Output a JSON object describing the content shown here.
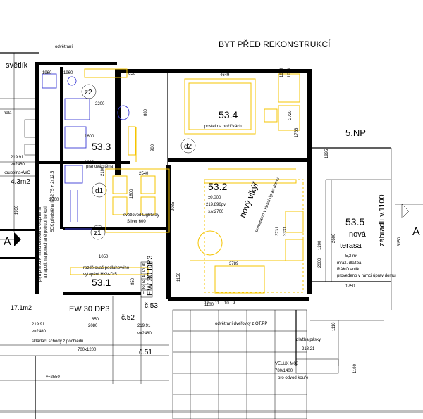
{
  "title": "BYT PŘED REKONSTRUKCÍ",
  "floor": "5.NP",
  "section_mark": "A",
  "left_labels": {
    "svetlik": "světlík",
    "hala": "hala",
    "koupelna_area": "4.3m2",
    "koupelna_name": "koupelna+WC",
    "room_2191": "219.91",
    "v_2460": "v=2460",
    "hala_area": "17.1m2",
    "room_21991b": "219.91",
    "v_2480": "v=2480",
    "skladaci": "skládací schody z pochiedu",
    "dim_700": "700x1200",
    "odvetrani": "odvětrání"
  },
  "rooms": {
    "r534": "53.4",
    "postel": "postel na nožičkách",
    "r533": "53.3",
    "r532": "53.2",
    "r532_elev": "±0,000",
    "r532_code": "219,896pv",
    "r532_sv": "s.v.2700",
    "r531": "53.1",
    "r535": "53.5",
    "nova": "nová",
    "terasa": "terasa",
    "terasa_area": "5,2 m²",
    "mraz": "mraz. dlažba",
    "rako": "RAKO antik",
    "provedeno": "provedeno v rámci úprav domu",
    "zabradli": "zábradlí v.1100",
    "novy_vikyr": "nový vikýř",
    "vikyr_note": "provedeno v rámci úprav domu"
  },
  "markers": {
    "d1": "d1",
    "d2": "d2",
    "z1": "z1",
    "z2": "z2",
    "c52": "č.52",
    "c53": "č.53",
    "c51": "č.51"
  },
  "notes": {
    "svetlovod": "světlovod Lightway",
    "svetlovod_dim": "Sliver 600",
    "rozdelovac": "rozdělovač podlahového",
    "vytapeni": "vytápění HKV-D 5",
    "pranova": "pranová stěna",
    "sdk": "SDK předstěna NS2 75 + 2x12,5",
    "plyn": "plyn přívod k místu kotlového otopnému",
    "plyn2": "a napojit na ponechané potrubí ke kotli",
    "ew": "EW 30 DP3",
    "ew2": "EW 30 DP3",
    "odvetrani_dvere": "odvětrání dveřovky z OT.PP",
    "dlazba": "dlažba pásky",
    "room_21821": "218.21",
    "velux": "VELUX M08",
    "velux_dim": "780/1400",
    "velux_note": "pro odvod kouře",
    "room_21991c": "219.91",
    "v_2550": "v=2550",
    "v_2480b": "v=2480"
  },
  "dims": [
    "4649",
    "1000",
    "1000",
    "2720",
    "1768",
    "3731",
    "3331",
    "3789",
    "2000",
    "1150",
    "1200",
    "1750",
    "1050",
    "2540",
    "1600",
    "2100",
    "900",
    "880",
    "850",
    "650",
    "2085",
    "2200",
    "1800",
    "1960",
    "1960",
    "2700",
    "1930",
    "1600",
    "1110",
    "1190",
    "1100",
    "3150",
    "2080",
    "850",
    "2600",
    "1995"
  ],
  "stair_numbers": [
    "6",
    "5",
    "4",
    "3",
    "2",
    "1",
    "12",
    "11",
    "10",
    "9"
  ]
}
